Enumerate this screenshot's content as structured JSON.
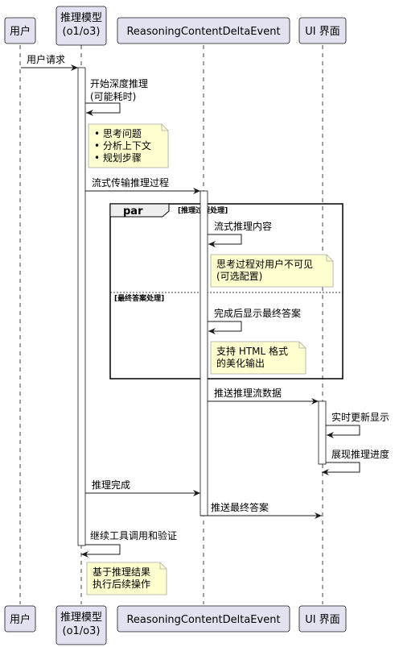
{
  "participants": [
    {
      "id": "user",
      "lines": [
        "用户"
      ]
    },
    {
      "id": "model",
      "lines": [
        "推理模型",
        "(o1/o3)"
      ]
    },
    {
      "id": "event",
      "lines": [
        "ReasoningContentDeltaEvent"
      ]
    },
    {
      "id": "ui",
      "lines": [
        "UI 界面"
      ]
    }
  ],
  "messages": [
    {
      "id": "m1",
      "from": "user",
      "to": "model",
      "lines": [
        "用户请求"
      ]
    },
    {
      "id": "m2",
      "from": "model",
      "to": "model",
      "lines": [
        "开始深度推理",
        "(可能耗时)"
      ]
    },
    {
      "id": "m3",
      "from": "model",
      "to": "event",
      "lines": [
        "流式传输推理过程"
      ]
    },
    {
      "id": "m4",
      "from": "event",
      "to": "event",
      "lines": [
        "流式推理内容"
      ]
    },
    {
      "id": "m5",
      "from": "event",
      "to": "event",
      "lines": [
        "完成后显示最终答案"
      ]
    },
    {
      "id": "m6",
      "from": "event",
      "to": "ui",
      "lines": [
        "推送推理流数据"
      ]
    },
    {
      "id": "m7",
      "from": "ui",
      "to": "ui",
      "lines": [
        "实时更新显示"
      ]
    },
    {
      "id": "m8",
      "from": "ui",
      "to": "ui",
      "lines": [
        "展现推理进度"
      ]
    },
    {
      "id": "m9",
      "from": "model",
      "to": "event",
      "lines": [
        "推理完成"
      ]
    },
    {
      "id": "m10",
      "from": "event",
      "to": "ui",
      "lines": [
        "推送最终答案"
      ]
    },
    {
      "id": "m11",
      "from": "model",
      "to": "model",
      "lines": [
        "继续工具调用和验证"
      ]
    }
  ],
  "notes": [
    {
      "id": "n1",
      "lines": [
        "• 思考问题",
        "• 分析上下文",
        "• 规划步骤"
      ]
    },
    {
      "id": "n2",
      "lines": [
        "思考过程对用户不可见",
        "(可选配置)"
      ]
    },
    {
      "id": "n3",
      "lines": [
        "支持 HTML 格式",
        "的美化输出"
      ]
    },
    {
      "id": "n4",
      "lines": [
        "基于推理结果",
        "执行后续操作"
      ]
    }
  ],
  "fragment": {
    "keyword": "par",
    "sections": [
      "[推理过程处理]",
      "[最终答案处理]"
    ]
  },
  "colors": {
    "participant_fill": "#e2e2f0",
    "participant_border": "#181818",
    "note_fill": "#fefece",
    "note_border": "#a8a8a8",
    "line": "#181818"
  }
}
